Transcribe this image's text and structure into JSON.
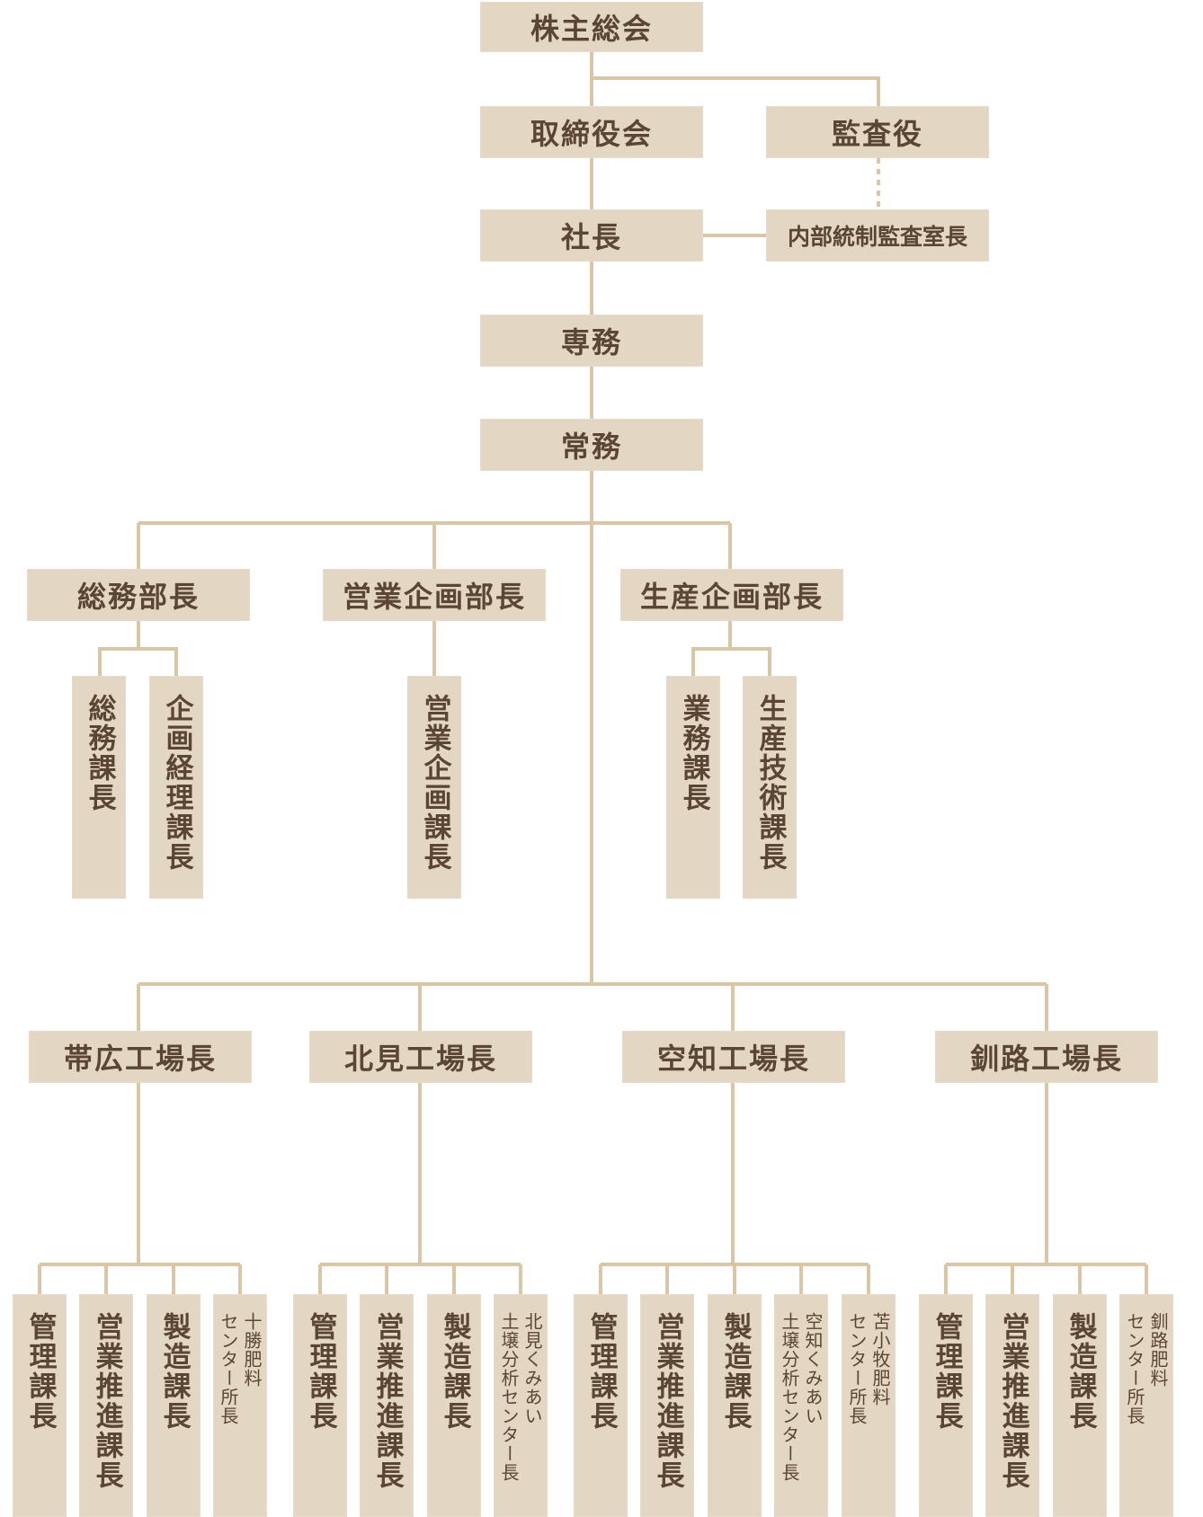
{
  "colors": {
    "box_fill": "#e3d6c2",
    "line": "#d9c6a6",
    "text": "#5a4632"
  },
  "top": {
    "shareholders": "株主総会",
    "board": "取締役会",
    "auditor": "監査役",
    "president": "社長",
    "internal_audit": "内部統制監査室長",
    "senior_md": "専務",
    "md": "常務"
  },
  "departments": [
    {
      "title": "総務部長",
      "sections": [
        "総務課長",
        "企画経理課長"
      ]
    },
    {
      "title": "営業企画部長",
      "sections": [
        "営業企画課長"
      ]
    },
    {
      "title": "生産企画部長",
      "sections": [
        "業務課長",
        "生産技術課長"
      ]
    }
  ],
  "factories": [
    {
      "title": "帯広工場長",
      "sections": [
        "管理課長",
        "営業推進課長",
        "製造課長",
        "十勝肥料\nセンター所長"
      ]
    },
    {
      "title": "北見工場長",
      "sections": [
        "管理課長",
        "営業推進課長",
        "製造課長",
        "北見くみあい\n土壌分析センター長"
      ]
    },
    {
      "title": "空知工場長",
      "sections": [
        "管理課長",
        "営業推進課長",
        "製造課長",
        "空知くみあい\n土壌分析センター長",
        "苫小牧肥料\nセンター所長"
      ]
    },
    {
      "title": "釧路工場長",
      "sections": [
        "管理課長",
        "営業推進課長",
        "製造課長",
        "釧路肥料\nセンター所長"
      ]
    }
  ]
}
